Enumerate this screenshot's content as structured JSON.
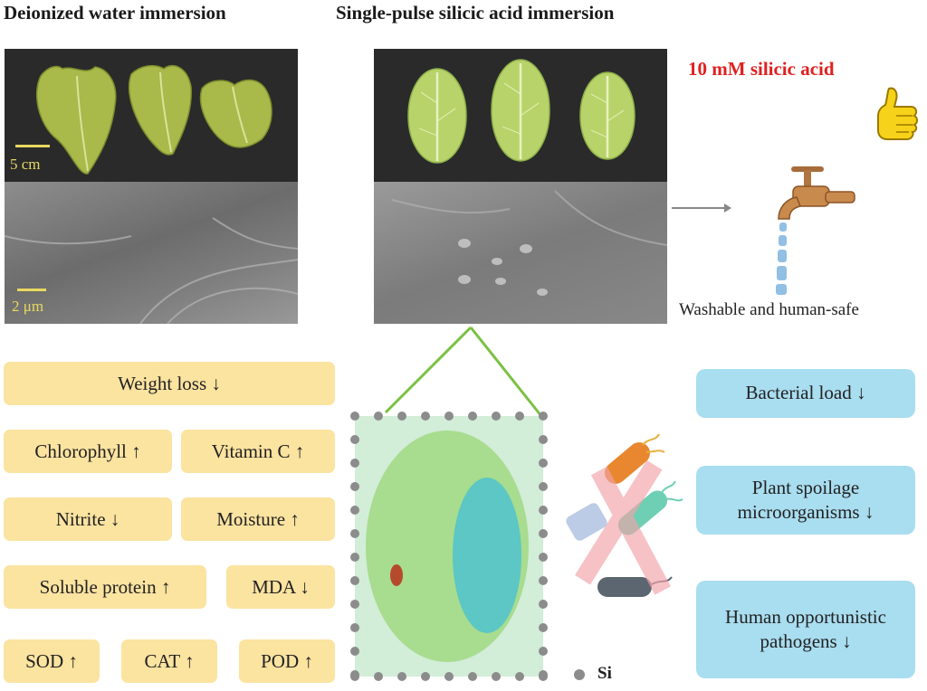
{
  "left_panel": {
    "title": "Deionized water immersion",
    "scale_photo": "5 cm",
    "scale_sem": "2 μm"
  },
  "right_panel": {
    "title": "Single-pulse silicic acid immersion",
    "highlight": "10 mM silicic acid",
    "caption": "Washable and human-safe"
  },
  "quality_indicators": [
    "Weight loss ↓",
    "Chlorophyll ↑",
    "Vitamin C ↑",
    "Nitrite ↓",
    "Moisture ↑",
    "Soluble protein ↑",
    "MDA ↓",
    "SOD ↑",
    "CAT ↑",
    "POD ↑"
  ],
  "microbial_effects": [
    "Bacterial load ↓",
    "Plant spoilage microorganisms ↓",
    "Human opportunistic pathogens ↓"
  ],
  "legend": {
    "si_label": "Si"
  },
  "colors": {
    "indicator_box": "#fbe3a0",
    "microbe_box": "#a9ddf0",
    "highlight_text": "#e02020",
    "cell_wall": "#d2edd8",
    "cytoplasm": "#a8dc8f",
    "vacuole": "#5cc7c4",
    "si_particle": "#8c8c8c",
    "connector": "#7ac143"
  },
  "icons": [
    "thumbs-up-icon",
    "faucet-icon",
    "bacteria-icon",
    "cross-out-icon"
  ]
}
